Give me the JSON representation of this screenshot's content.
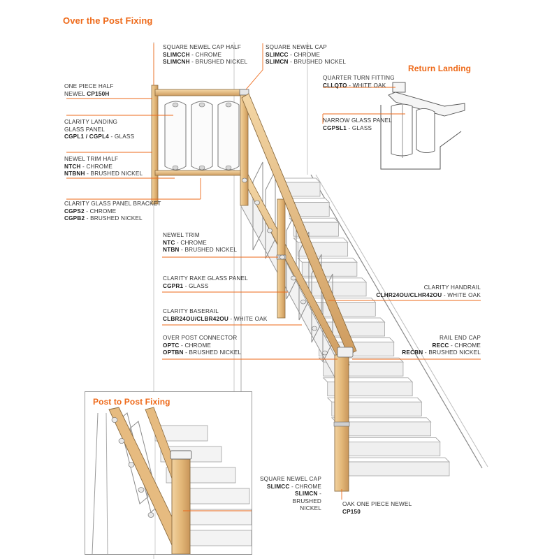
{
  "titles": {
    "main": "Over the Post Fixing",
    "return_landing": "Return Landing",
    "post_to_post": "Post to Post Fixing"
  },
  "labels": {
    "square_newel_cap_half": {
      "title": "SQUARE NEWEL CAP HALF",
      "rows": [
        {
          "code": "SLIMCCH",
          "desc": "CHROME"
        },
        {
          "code": "SLIMCNH",
          "desc": "BRUSHED NICKEL"
        }
      ]
    },
    "square_newel_cap": {
      "title": "SQUARE NEWEL CAP",
      "rows": [
        {
          "code": "SLIMCC",
          "desc": "CHROME"
        },
        {
          "code": "SLIMCN",
          "desc": "BRUSHED NICKEL"
        }
      ]
    },
    "one_piece_half_newel": {
      "title": "ONE PIECE HALF",
      "title2": "NEWEL",
      "code": "CP150H"
    },
    "clarity_landing_glass_panel": {
      "title": "CLARITY LANDING",
      "title2": "GLASS PANEL",
      "code": "CGPL1 / CGPL4",
      "desc": "GLASS"
    },
    "newel_trim_half": {
      "title": "NEWEL TRIM HALF",
      "rows": [
        {
          "code": "NTCH",
          "desc": "CHROME"
        },
        {
          "code": "NTBNH",
          "desc": "BRUSHED NICKEL"
        }
      ]
    },
    "clarity_glass_panel_bracket": {
      "title": "CLARITY GLASS PANEL BRACKET",
      "rows": [
        {
          "code": "CGPS2",
          "desc": "CHROME"
        },
        {
          "code": "CGPB2",
          "desc": "BRUSHED NICKEL"
        }
      ]
    },
    "newel_trim": {
      "title": "NEWEL TRIM",
      "rows": [
        {
          "code": "NTC",
          "desc": "CHROME"
        },
        {
          "code": "NTBN",
          "desc": "BRUSHED NICKEL"
        }
      ]
    },
    "clarity_rake_glass_panel": {
      "title": "CLARITY RAKE GLASS PANEL",
      "code": "CGPR1",
      "desc": "GLASS"
    },
    "clarity_baserail": {
      "title": "CLARITY BASERAIL",
      "code": "CLBR24OU/CLBR42OU",
      "desc": "WHITE OAK"
    },
    "over_post_connector": {
      "title": "OVER POST CONNECTOR",
      "rows": [
        {
          "code": "OPTC",
          "desc": "CHROME"
        },
        {
          "code": "OPTBN",
          "desc": "BRUSHED NICKEL"
        }
      ]
    },
    "quarter_turn_fitting": {
      "title": "QUARTER TURN FITTING",
      "code": "CLLQTO",
      "desc": "WHITE OAK"
    },
    "narrow_glass_panel": {
      "title": "NARROW GLASS PANEL",
      "code": "CGPSL1",
      "desc": "GLASS"
    },
    "clarity_handrail": {
      "title": "CLARITY HANDRAIL",
      "code": "CLHR24OU/CLHR42OU",
      "desc": "WHITE OAK"
    },
    "rail_end_cap": {
      "title": "RAIL END CAP",
      "rows": [
        {
          "code": "RECC",
          "desc": "CHROME"
        },
        {
          "code": "RECBN",
          "desc": "BRUSHED NICKEL"
        }
      ]
    },
    "inset_square_newel_cap": {
      "title": "SQUARE NEWEL CAP",
      "code1": "SLIMCC",
      "desc1": "CHROME",
      "code2": "SLIMCN",
      "desc2a": "BRUSHED",
      "desc2b": "NICKEL"
    },
    "oak_one_piece_newel": {
      "title": "OAK ONE PIECE NEWEL",
      "code": "CP150"
    }
  },
  "colors": {
    "accent": "#ee6a1a",
    "oak": "#e7bf86",
    "oak_dark": "#b88a4e",
    "line": "#333333"
  }
}
